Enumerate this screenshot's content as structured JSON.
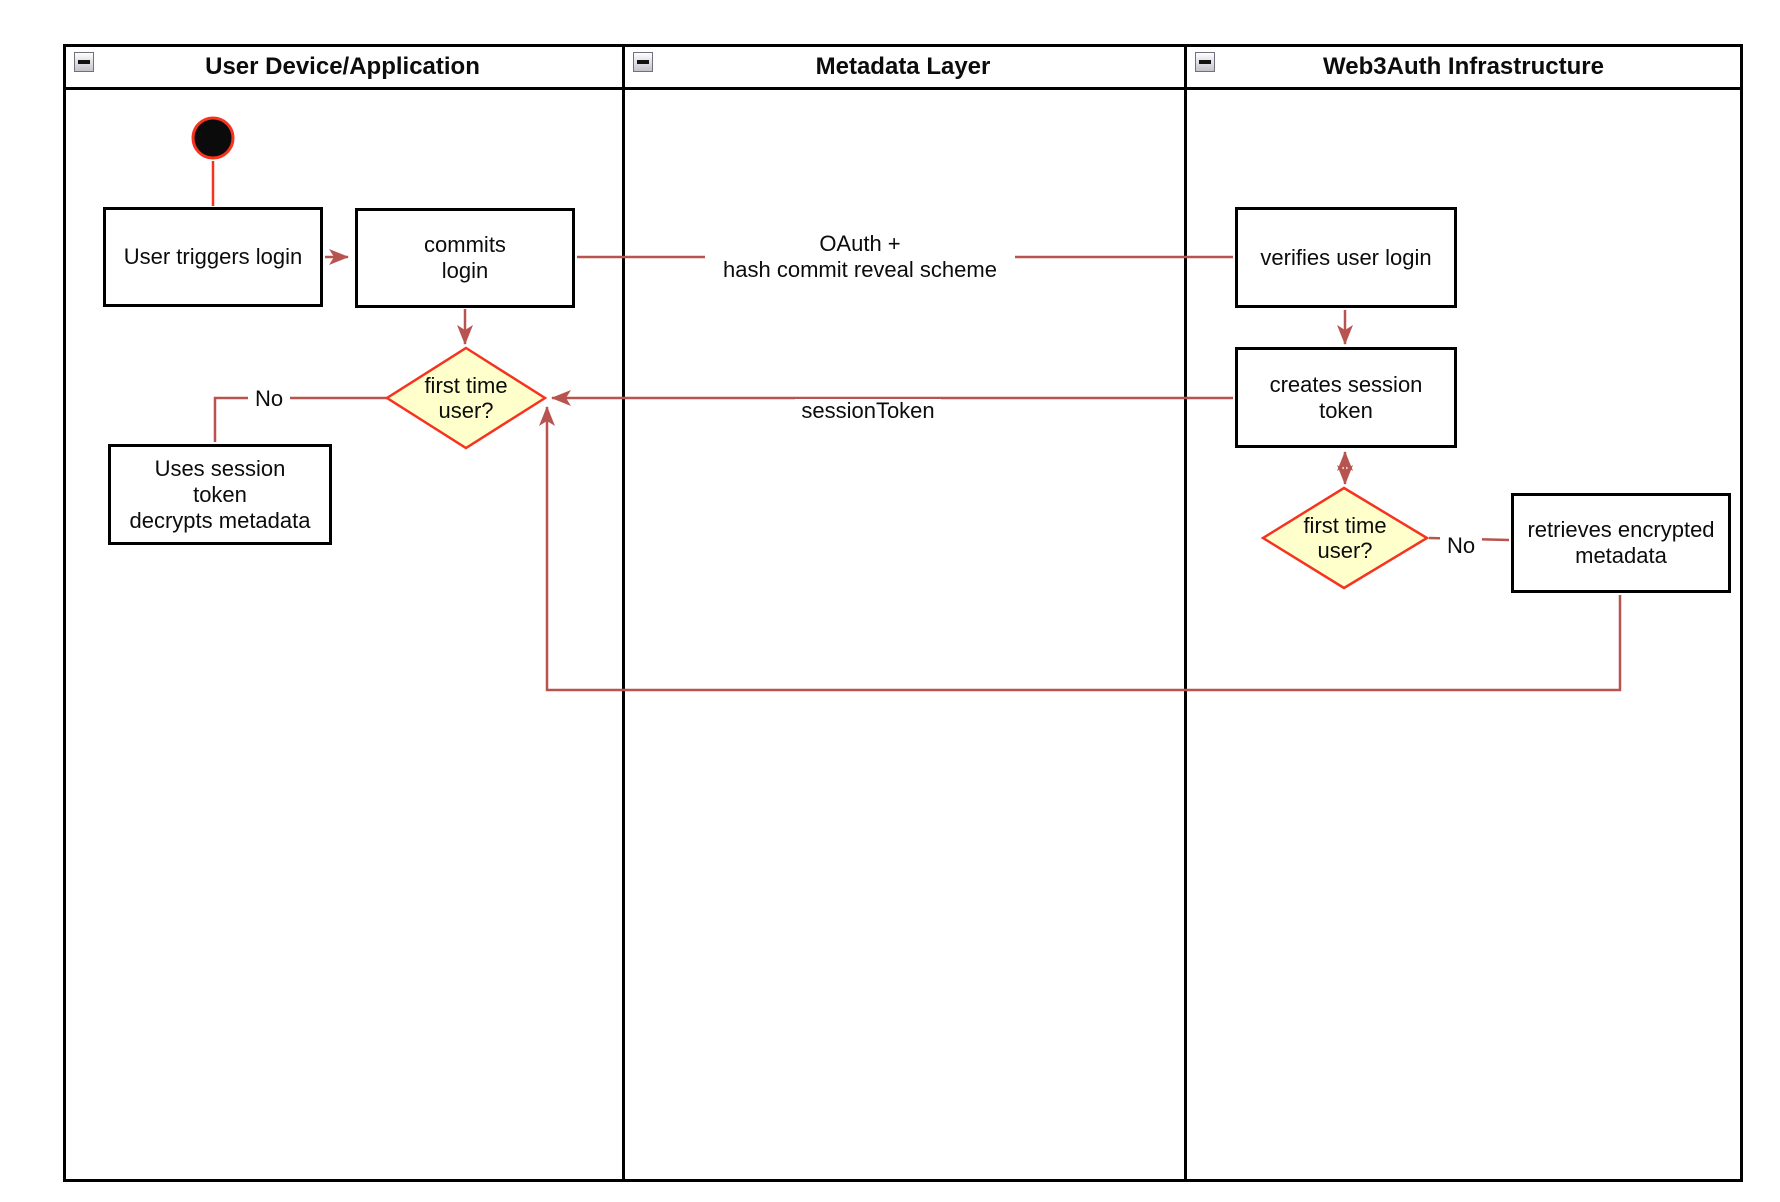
{
  "lanes": [
    {
      "title": "User Device/Application"
    },
    {
      "title": "Metadata Layer"
    },
    {
      "title": "Web3Auth Infrastructure"
    }
  ],
  "nodes": {
    "user_triggers_login": "User triggers login",
    "commits_login": "commits\nlogin",
    "first_time_user_1": "first time\nuser?",
    "uses_session_token": "Uses session\ntoken\ndecrypts metadata",
    "verifies_user_login": "verifies user login",
    "creates_session_token": "creates session\ntoken",
    "first_time_user_2": "first time\nuser?",
    "retrieves_encrypted_metadata": "retrieves encrypted\nmetadata"
  },
  "edge_labels": {
    "oauth": "OAuth +\nhash commit reveal scheme",
    "session_token": "sessionToken",
    "no_left": "No",
    "no_right": "No"
  },
  "colors": {
    "connector_red": "#b85450",
    "accent_red": "#f5331f",
    "decision_fill": "#ffffcc",
    "shape_border": "#000000",
    "start_node_fill": "#0b0b0b"
  }
}
